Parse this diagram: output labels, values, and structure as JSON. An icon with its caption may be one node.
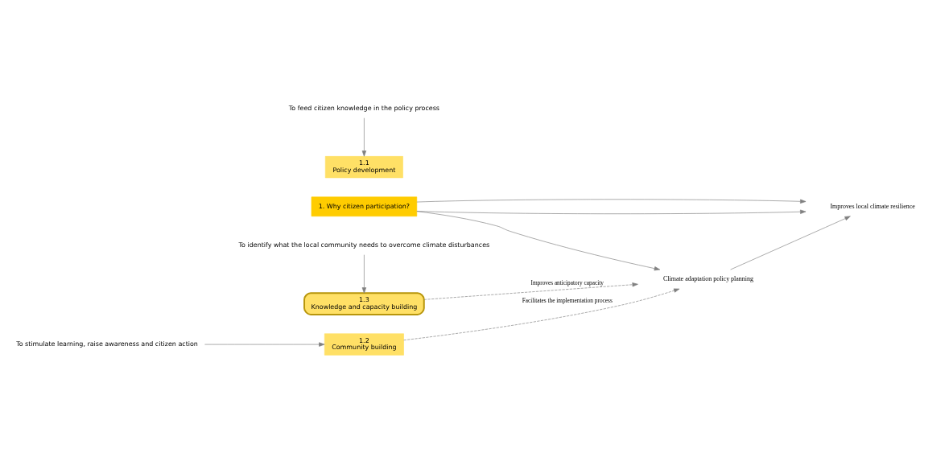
{
  "diagram": {
    "nodes": [
      {
        "text": [
          "1. Why citizen participation?"
        ]
      },
      {
        "text": [
          "1.1",
          "Policy development"
        ]
      },
      {
        "text": [
          "1.3",
          "Knowledge and capacity building"
        ]
      },
      {
        "text": [
          "Climate adaptation policy planning"
        ]
      },
      {
        "text": [
          "Improves local climate resilience"
        ]
      },
      {
        "text": [
          "1.2",
          "Community building"
        ]
      },
      {
        "text": [
          "To feed citizen knowledge in the policy process"
        ]
      },
      {
        "text": [
          "To identify what the local community needs to overcome climate disturbances"
        ]
      },
      {
        "text": [
          "To stimulate learning, raise awareness and citizen action"
        ]
      }
    ],
    "edges": [
      {
        "from": 0,
        "to": 3,
        "arrow": "to"
      },
      {
        "from": 6,
        "to": 1,
        "arrow": "to"
      },
      {
        "from": 7,
        "to": 2,
        "arrow": "to"
      },
      {
        "from": 2,
        "to": 3,
        "arrow": "to",
        "style": "dashed",
        "label": "Improves anticipatory capacity"
      },
      {
        "from": 5,
        "to": 3,
        "arrow": "to",
        "style": "dashed",
        "label": "Facilitates the implementation process"
      },
      {
        "from": 8,
        "to": 5,
        "arrow": "to"
      },
      {
        "from": 3,
        "to": 4,
        "arrow": "to"
      },
      {
        "from": 0,
        "to": 4,
        "arrow": "to"
      },
      {
        "from": 0,
        "to": 4,
        "arrow": "to"
      }
    ]
  }
}
